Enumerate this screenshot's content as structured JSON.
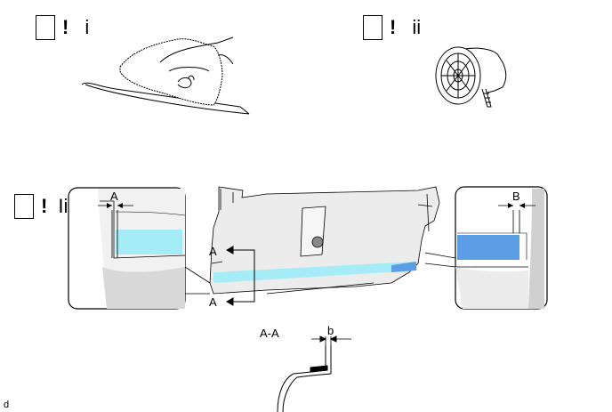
{
  "steps": [
    {
      "mark": "!",
      "label": "i"
    },
    {
      "mark": "!",
      "label": "ii"
    },
    {
      "mark": "!",
      "label": "Iii"
    }
  ],
  "section_labels": {
    "a_top": "A",
    "a_bottom": "A",
    "detail_left": "A",
    "detail_right": "B",
    "section_view": "A-A",
    "section_dim": "b"
  },
  "corner_mark": "d",
  "colors": {
    "cyan_fill": "#a6ecf6",
    "blue_fill": "#5b9ee6",
    "outline": "#000000"
  }
}
